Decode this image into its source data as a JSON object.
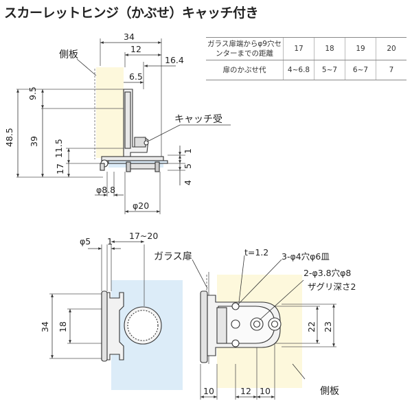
{
  "title": "スカーレットヒンジ（かぶせ）キャッチ付き",
  "spec_table": {
    "header_label": "ガラス扉端からφ9穴センターまでの距離",
    "header_values": [
      "17",
      "18",
      "19",
      "20"
    ],
    "row_label": "扉のかぶせ代",
    "row_values": [
      "4~6.8",
      "5~7",
      "6~7",
      "7"
    ]
  },
  "top_view": {
    "label_side_panel": "側板",
    "label_catch": "キャッチ受",
    "dims": {
      "w34": "34",
      "w12": "12",
      "w16_4": "16.4",
      "w6_5": "6.5",
      "h9_5": "9.5",
      "h48_5": "48.5",
      "h39": "39",
      "h11_5": "11.5",
      "h17": "17",
      "h1": "1",
      "h5": "5",
      "h4": "4",
      "d8_8": "φ8.8",
      "d20": "φ20"
    }
  },
  "left_view": {
    "dims": {
      "d5": "φ5",
      "t1": "1",
      "r17_20": "17~20",
      "h34": "34",
      "h18": "18"
    }
  },
  "right_view": {
    "label_glass_door": "ガラス扉",
    "label_side_panel": "側板",
    "label_thickness": "t=1.2",
    "label_holes_a": "3-φ4穴φ6皿",
    "label_holes_b": "2-φ3.8穴φ8",
    "label_counterbore": "ザグリ深さ2",
    "dims": {
      "h22": "22",
      "h23": "23",
      "w10a": "10",
      "w12": "12",
      "w10b": "10"
    }
  },
  "colors": {
    "panel": "#fdf8dc",
    "glass": "#dcecf8",
    "line": "#333333"
  }
}
